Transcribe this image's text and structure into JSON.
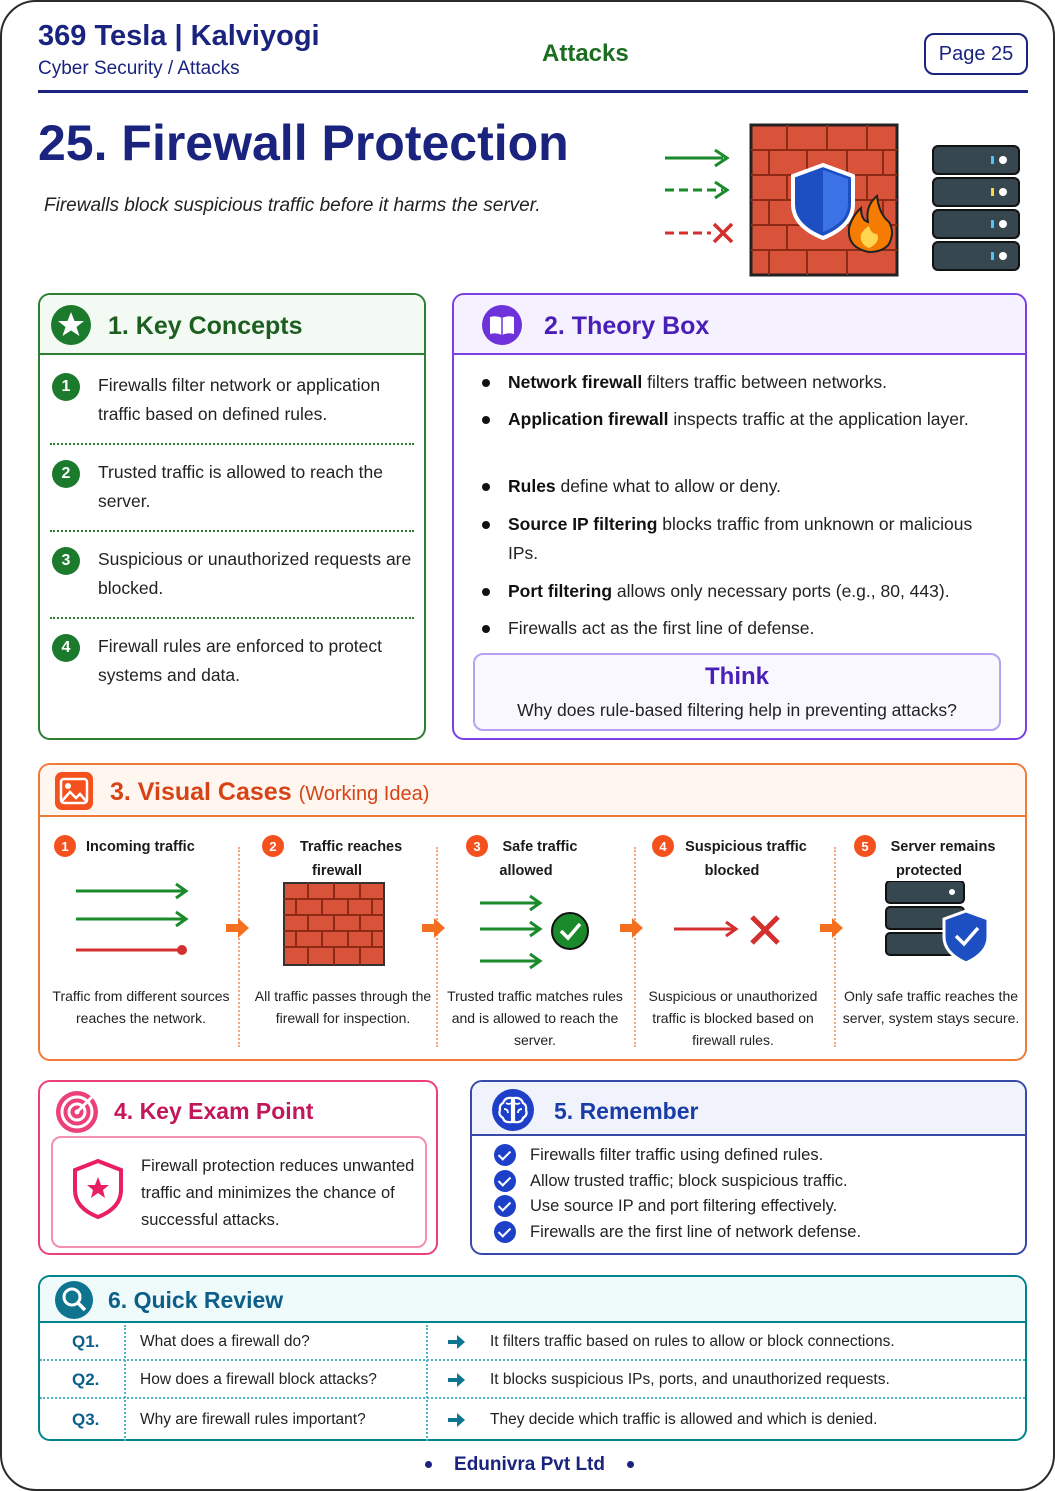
{
  "header": {
    "brand": "369 Tesla | Kalviyogi",
    "breadcrumb": "Cyber Security / Attacks",
    "section": "Attacks",
    "page_label": "Page 25"
  },
  "title": "25. Firewall Protection",
  "subtitle": "Firewalls block suspicious traffic before it harms the server.",
  "key_concepts": {
    "title": "1. Key Concepts",
    "items": [
      {
        "num": "1",
        "text": "Firewalls filter network or application traffic based on defined rules."
      },
      {
        "num": "2",
        "text": "Trusted traffic is allowed to reach the server."
      },
      {
        "num": "3",
        "text": "Suspicious or unauthorized requests are blocked."
      },
      {
        "num": "4",
        "text": "Firewall rules are enforced to protect systems and data."
      }
    ]
  },
  "theory": {
    "title": "2. Theory Box",
    "items": [
      {
        "bold": "Network firewall",
        "rest": " filters traffic between networks."
      },
      {
        "bold": "Application firewall",
        "rest": " inspects traffic at the application layer."
      },
      {
        "bold": "Rules",
        "rest": " define what to allow or deny."
      },
      {
        "bold": "Source IP filtering",
        "rest": " blocks traffic from unknown or malicious IPs."
      },
      {
        "bold": "Port filtering",
        "rest": " allows only necessary ports (e.g., 80, 443)."
      },
      {
        "bold": "",
        "rest": "Firewalls act as the first line of defense."
      }
    ],
    "think_title": "Think",
    "think_question": "Why does rule-based filtering help in preventing attacks?"
  },
  "visual_cases": {
    "title": "3. Visual Cases",
    "title_note": "(Working Idea)",
    "steps": [
      {
        "num": "1",
        "title": "Incoming traffic",
        "desc": "Traffic from different sources reaches the network."
      },
      {
        "num": "2",
        "title": "Traffic reaches firewall",
        "desc": "All traffic passes through the firewall for inspection."
      },
      {
        "num": "3",
        "title": "Safe traffic allowed",
        "desc": "Trusted traffic matches rules and is allowed to reach the server."
      },
      {
        "num": "4",
        "title": "Suspicious traffic blocked",
        "desc": "Suspicious or unauthorized traffic is blocked based on firewall rules."
      },
      {
        "num": "5",
        "title": "Server remains protected",
        "desc": "Only safe traffic reaches the server, system stays secure."
      }
    ]
  },
  "exam_point": {
    "title": "4. Key Exam Point",
    "text": "Firewall protection reduces unwanted traffic and minimizes the chance of successful attacks."
  },
  "remember": {
    "title": "5. Remember",
    "items": [
      "Firewalls filter traffic using defined rules.",
      "Allow trusted traffic; block suspicious traffic.",
      "Use source IP and port filtering effectively.",
      "Firewalls are the first line of network defense."
    ]
  },
  "quick_review": {
    "title": "6. Quick Review",
    "rows": [
      {
        "q": "Q1.",
        "question": "What does a firewall do?",
        "answer": "It filters traffic based on rules to allow or block connections."
      },
      {
        "q": "Q2.",
        "question": "How does a firewall block attacks?",
        "answer": "It blocks suspicious IPs, ports, and unauthorized requests."
      },
      {
        "q": "Q3.",
        "question": "Why are firewall rules important?",
        "answer": "They decide which traffic is allowed and which is denied."
      }
    ]
  },
  "footer": "Edunivra Pvt Ltd",
  "colors": {
    "navy": "#1a237e",
    "green": "#2e7d32",
    "purple": "#7b3fe4",
    "orange": "#f07a3a",
    "pink": "#ec407a",
    "blue": "#3949ab",
    "teal": "#00838f"
  },
  "icons": [
    "star-badge-icon",
    "open-book-icon",
    "image-icon",
    "target-icon",
    "brain-icon",
    "search-icon",
    "shield-icon",
    "fire-icon",
    "server-icon",
    "checkmark-icon",
    "x-mark-icon",
    "arrow-right-icon"
  ]
}
